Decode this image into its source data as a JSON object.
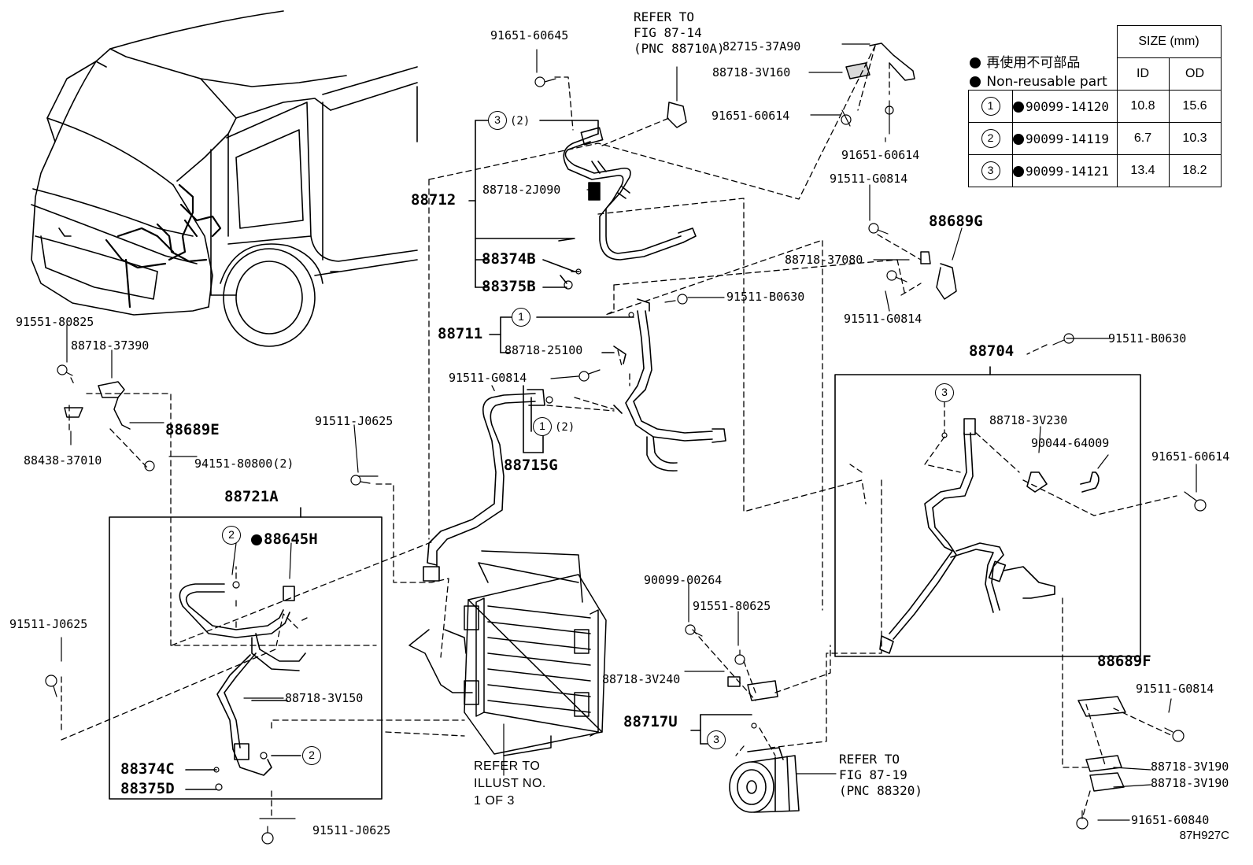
{
  "figure_id": "87H927C",
  "legend": {
    "line1": "再使用不可部品",
    "line2": "Non-reusable part"
  },
  "size_table": {
    "header": "SIZE (mm)",
    "col_id": "ID",
    "col_od": "OD",
    "rows": [
      {
        "ref": "1",
        "part": "90099-14120",
        "id": "10.8",
        "od": "15.6"
      },
      {
        "ref": "2",
        "part": "90099-14119",
        "id": "6.7",
        "od": "10.3"
      },
      {
        "ref": "3",
        "part": "90099-14121",
        "id": "13.4",
        "od": "18.2"
      }
    ]
  },
  "refs": {
    "fig_87_14": "REFER TO\nFIG 87-14\n(PNC 88710A)",
    "fig_87_19": "REFER TO\nFIG 87-19\n(PNC 88320)",
    "illust": "REFER TO\nILLUST NO.\n1 OF 3"
  },
  "parts": {
    "p91651_60645": "91651-60645",
    "p82715_37A90": "82715-37A90",
    "p88718_3V160": "88718-3V160",
    "p91651_60614_a": "91651-60614",
    "p91651_60614_b": "91651-60614",
    "p91511_G0814_a": "91511-G0814",
    "p88718_2J090": "88718-2J090",
    "p88712": "88712",
    "p88374B": "88374B",
    "p88375B": "88375B",
    "p88689G": "88689G",
    "p88718_37080": "88718-37080",
    "p91511_G0814_b": "91511-G0814",
    "p88711": "88711",
    "p91511_B0630_a": "91511-B0630",
    "p88718_25100": "88718-25100",
    "p91511_G0814_c": "91511-G0814",
    "p88715G": "88715G",
    "p91551_80825": "91551-80825",
    "p88718_37390": "88718-37390",
    "p88689E": "88689E",
    "p88438_37010": "88438-37010",
    "p94151_80800": "94151-80800(2)",
    "p91511_J0625_a": "91511-J0625",
    "p88721A": "88721A",
    "p88645H": "88645H",
    "p91511_J0625_b": "91511-J0625",
    "p88718_3V150": "88718-3V150",
    "p88374C": "88374C",
    "p88375D": "88375D",
    "p91511_J0625_c": "91511-J0625",
    "p91511_B0630_b": "91511-B0630",
    "p88704": "88704",
    "p88718_3V230": "88718-3V230",
    "p90044_64009": "90044-64009",
    "p91651_60614_c": "91651-60614",
    "p90099_00264": "90099-00264",
    "p91551_80625": "91551-80625",
    "p88718_3V240": "88718-3V240",
    "p88717U": "88717U",
    "p88689F": "88689F",
    "p91511_G0814_d": "91511-G0814",
    "p88718_3V190_a": "88718-3V190",
    "p88718_3V190_b": "88718-3V190",
    "p91651_60840": "91651-60840"
  },
  "callouts": {
    "c3_top": "3",
    "c3_top_qty": "(2)",
    "c1_88711": "1",
    "c1_88715": "1",
    "c1_88715_qty": "(2)",
    "c3_88704": "3",
    "c2_88721": "2",
    "c2_bottom": "2",
    "c3_88717": "3"
  }
}
